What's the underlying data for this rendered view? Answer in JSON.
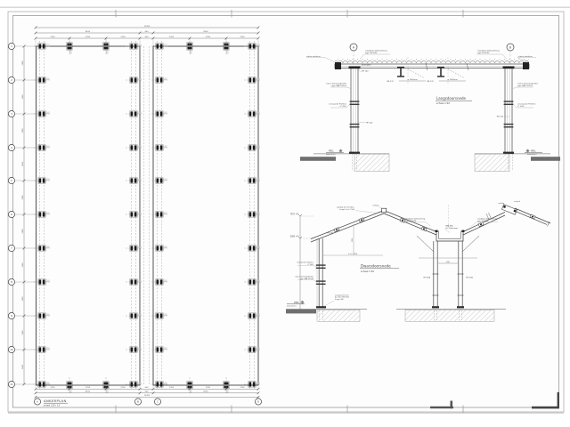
{
  "page": {
    "bg": "#ffffff",
    "sheet_bg": "#fdfdfd",
    "line": "#404040",
    "dash": "#9b9b9b",
    "ground_bar": "#6f6f6f",
    "hatch": "#9d9d9d"
  },
  "plan": {
    "title": "ANKERPLAN",
    "scale": "schaal 1:50 / 1:5",
    "row_bubbles": [
      "1",
      "2",
      "3",
      "4",
      "5",
      "6",
      "7",
      "8",
      "9",
      "10",
      "11"
    ],
    "col_bubbles": [
      "A",
      "B",
      "C",
      "D"
    ],
    "row_spacing": "2500",
    "dim_total": "16700",
    "dim_halves": [
      "8100",
      "500",
      "8100"
    ],
    "dim_thirds": [
      "2700",
      "2700",
      "2700",
      "500",
      "2700",
      "2700",
      "2700"
    ]
  },
  "langs": {
    "title": "Langsdoorsnede",
    "scale": "schaal 1:50",
    "bubbles": [
      "A",
      "B"
    ],
    "peil": "PEIL",
    "maaiveld": "maaiveld ± 0",
    "ann": {
      "windveer": "stalen windveer",
      "plate1": "staalplaat dakbedekking",
      "plate2": "type 35/1035",
      "gording": "gordingbalk",
      "ipe140": "IPE 140",
      "damwand1": "stalen damwandprofiel",
      "damwand2": "type SAB 70/100",
      "verzw1": "verzwaarde Profilien",
      "verzw2": "(C 200)",
      "ipe270": "IPE 270",
      "span": "± 1600mm",
      "he": "HE 140"
    }
  },
  "dwars": {
    "title": "Dwarsdoorsnede",
    "scale": "schaal 1:50",
    "levels": [
      "7457 +P",
      "5080 +P"
    ],
    "peil": "PEIL",
    "maaiveld": "maaiveld ± 0",
    "ann": {
      "beugel1": "gording kst instelbare",
      "beugel2": "beugel h.o.h. 1500",
      "nok1": "nokkap",
      "nok2": "zetwerk",
      "plate1": "staalplaat dakbedekking",
      "plate2": "type 35/1035",
      "hwa1": "HWA Ø80",
      "hwa2": "incl. bladvanger",
      "koker1": "kokerprofiel Profilien",
      "koker2": "(C 200)",
      "damwand1": "stalen damwandprofiel",
      "damwand2": "type SAB 70/100",
      "voet1": "voetplaat 15 mm",
      "voet2": "4x anker M20 8.8",
      "voet3": "lengte 300",
      "he": "HE 300A",
      "d500": "500",
      "dim1": "1250",
      "hoh": "h.o.h. 1500",
      "ipe": "IPE 240"
    }
  }
}
